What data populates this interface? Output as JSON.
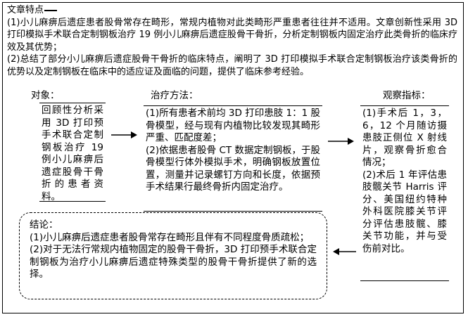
{
  "header": {
    "title": "文章特点",
    "point1": "(1)小儿麻痹后遗症患者股骨常存在畸形，常规内植物对此类畸形严重患者往往并不适用。文章创新性采用 3D 打印模拟手术联合定制钢板治疗 19 例小儿麻痹后遗症股骨干骨折，分析定制钢板内固定治疗此类骨折的临床疗效及其优势；",
    "point2": "(2)总结了部分小儿麻痹后遗症股骨干骨折的临床特点，阐明了 3D 打印模拟手术联合定制钢板治疗该类骨折的优势以及定制钢板在临床中的适应证及面临的问题，提供了临床参考经验。"
  },
  "object": {
    "heading": "对象：",
    "text": "回顾性分析采用 3D 打印预手术联合定制钢板治疗 19 例小儿麻痹后遗症股骨干骨折的患者资料。"
  },
  "method": {
    "heading": "治疗方法：",
    "item1": "(1)所有患者术前均 3D 打印患肢 1：1 股骨模型，经与现有内植物比较发现其畸形严重、匹配度差；",
    "item2": "(2)依据患者股骨 CT 数据定制钢板，于股骨模型行体外模拟手术，明确钢板放置位置，测量并记录螺钉方向和长度，依据预手术结果行最终骨折内固定治疗。"
  },
  "observe": {
    "heading": "观察指标：",
    "item1": "(1)手术后 1，3，6，12 个月随访摄患肢正侧位 X 射线片，观察骨折愈合情况；",
    "item2": "(2)术后 1 年评估患肢髋关节 Harris 评分、美国纽约特种外科医院膝关节评分评估患肢髋、膝关节功能，并与受伤前对比。"
  },
  "conclusion": {
    "heading": "结论：",
    "item1": "(1)小儿麻痹后遗症患者股骨常存在畸形且伴有不同程度骨质疏松；",
    "item2": "(2)对于无法行常规内植物固定的股骨干骨折，3D 打印预手术联合定制钢板为治疗小儿麻痹后遗症特殊类型的股骨干骨折提供了新的选择。"
  }
}
